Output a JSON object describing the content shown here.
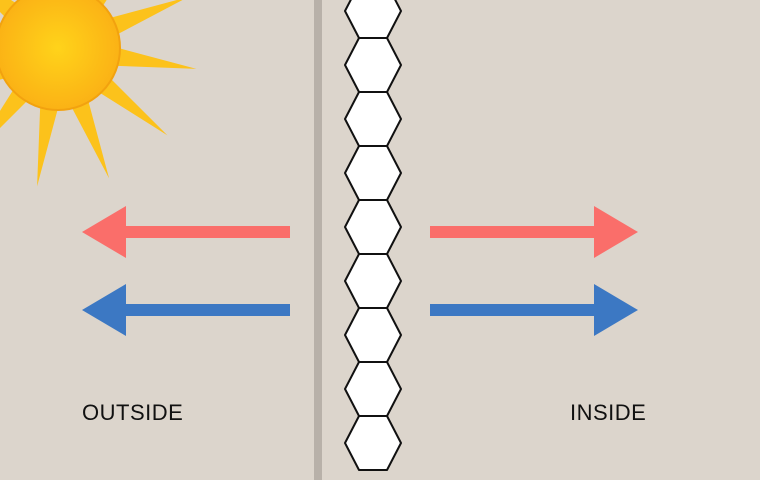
{
  "labels": {
    "outside": "OUTSIDE",
    "inside": "INSIDE"
  },
  "colors": {
    "background": "#dcd5cc",
    "divider": "#b8b1a9",
    "sun_center": "#ffcc11",
    "sun_edge": "#fdb416",
    "sun_rays": "#fcc21b",
    "heat_arrow": "#fa6e6a",
    "cold_arrow": "#3c78c3",
    "bead_fill": "#ffffff",
    "bead_stroke": "#111111"
  },
  "elements": {
    "sun": "sun-icon",
    "heat_arrows": "warm-flow-arrows",
    "cold_arrows": "cool-flow-arrows",
    "wall": "hexagon-bead-wall"
  }
}
